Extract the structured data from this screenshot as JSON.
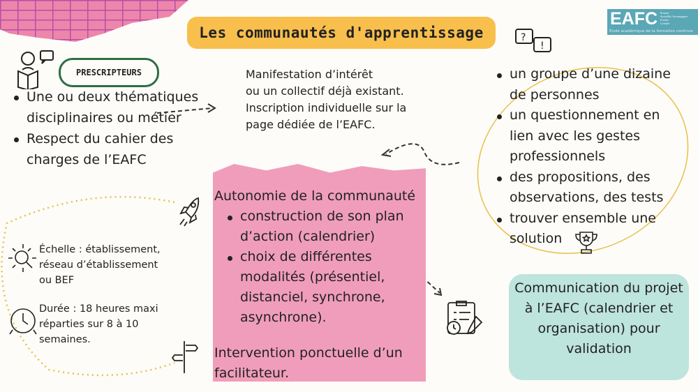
{
  "title": "Les communautés d'apprentissage",
  "logo": {
    "text": "EAFC",
    "tagline": [
      "Ecouter",
      "Accueillir, Accompagner",
      "Former",
      "Certifier"
    ],
    "subtitle": "École académique de la formation continue",
    "color": "#5aa7b6"
  },
  "prescripteurs": {
    "label": "PRESCRIPTEURS",
    "items": [
      "Une ou deux thématiques disciplinaires ou métier",
      "Respect du cahier des charges de l’EAFC"
    ]
  },
  "manifestation": [
    "Manifestation d’intérêt",
    "ou un collectif déjà existant.",
    "Inscription individuelle sur la",
    "page dédiée de l’EAFC."
  ],
  "groupe": {
    "items": [
      "un groupe d’une dizaine de personnes",
      "un questionnement en lien avec les gestes professionnels",
      "des propositions, des observations, des tests",
      "trouver ensemble une solution"
    ]
  },
  "autonomie": {
    "heading": "Autonomie de la communauté",
    "items": [
      "construction de son plan d’action (calendrier)",
      "choix de différentes modalités (présentiel, distanciel, synchrone, asynchrone)."
    ],
    "footer": "Intervention ponctuelle d’un facilitateur."
  },
  "echelle": "Échelle : établissement, réseau d’établissement ou BEF",
  "duree": "Durée : 18 heures maxi réparties sur 8 à 10 semaines.",
  "communication": "Communication du projet à l’EAFC (calendrier et organisation) pour validation",
  "colors": {
    "title": "#f8bf4c",
    "pink": "#f09dbb",
    "teal": "#bde4dd",
    "green": "#2e6e43",
    "dotted": "#e8c04a"
  }
}
